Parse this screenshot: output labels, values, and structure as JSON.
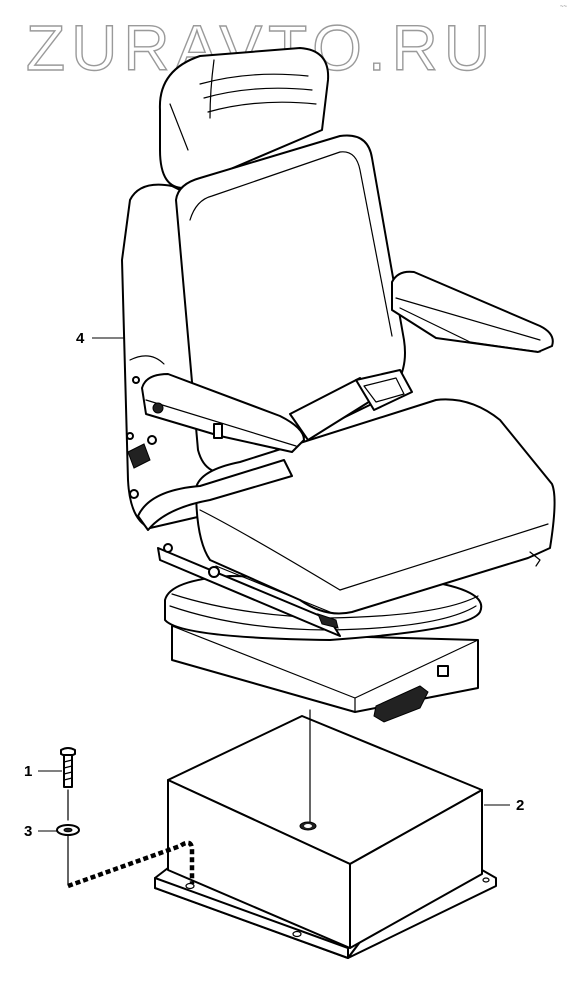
{
  "watermark": "ZURAVTO.RU",
  "corner_mark": "~~",
  "callouts": {
    "c1": "1",
    "c2": "2",
    "c3": "3",
    "c4": "4"
  }
}
